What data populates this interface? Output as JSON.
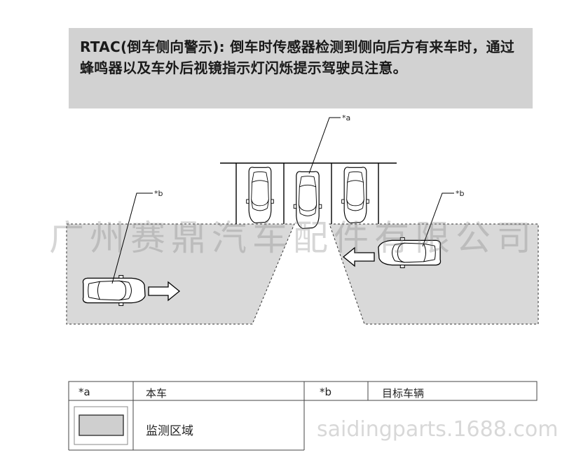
{
  "banner": {
    "text": "RTAC(倒车侧向警示): 倒车时传感器检测到侧向后方有来车时，通过蜂鸣器以及车外后视镜指示灯闪烁提示驾驶员注意。"
  },
  "labels": {
    "a": "*a",
    "b_left": "*b",
    "b_right": "*b"
  },
  "legend": {
    "a_key": "*a",
    "a_value": "本车",
    "b_key": "*b",
    "b_value": "目标车辆",
    "zone_label": "监测区域"
  },
  "watermark": {
    "main": "广州赛鼎汽车配件有限公司",
    "url": "saidingparts.1688.com"
  },
  "colors": {
    "banner_bg": "#d2d2d2",
    "zone_fill": "#d9d9d9",
    "line": "#000000"
  }
}
